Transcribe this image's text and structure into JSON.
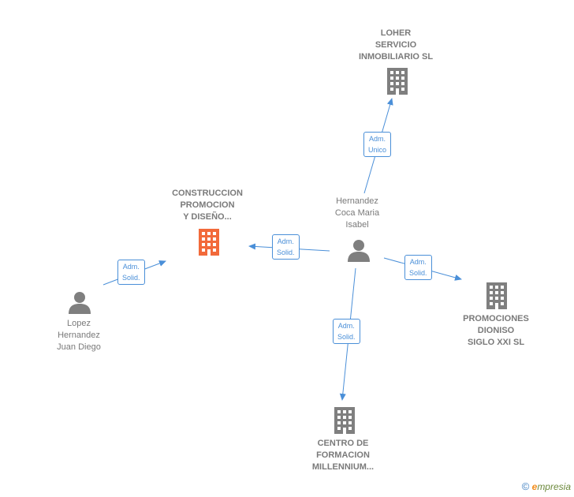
{
  "nodes": {
    "loher": {
      "label": "LOHER\nSERVICIO\nINMOBILIARIO SL",
      "type": "company",
      "icon": "building-icon"
    },
    "construccion": {
      "label": "CONSTRUCCION\nPROMOCION\nY DISEÑO...",
      "type": "company-focus",
      "icon": "building-icon",
      "color": "#f26a3b"
    },
    "hernandez_coca": {
      "label": "Hernandez\nCoca Maria\nIsabel",
      "type": "person",
      "icon": "person-icon"
    },
    "lopez": {
      "label": "Lopez\nHernandez\nJuan Diego",
      "type": "person",
      "icon": "person-icon"
    },
    "promociones": {
      "label": "PROMOCIONES\nDIONISO\nSIGLO XXI SL",
      "type": "company",
      "icon": "building-icon"
    },
    "centro": {
      "label": "CENTRO DE\nFORMACION\nMILLENNIUM...",
      "type": "company",
      "icon": "building-icon"
    }
  },
  "relations": {
    "to_loher": "Adm.\nUnico",
    "to_construccion_from_hernandez": "Adm.\nSolid.",
    "to_construccion_from_lopez": "Adm.\nSolid.",
    "to_promociones": "Adm.\nSolid.",
    "to_centro": "Adm.\nSolid."
  },
  "colors": {
    "edge": "#4a8fd8",
    "icon_gray": "#7f7f7f",
    "focus": "#f26a3b"
  },
  "brand": {
    "copyright": "©",
    "e": "e",
    "name": "mpresia"
  }
}
